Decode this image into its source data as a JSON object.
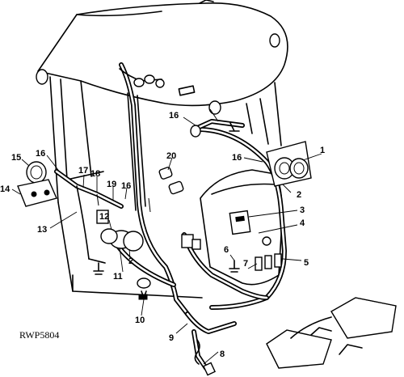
{
  "figure_id": "RWP5804",
  "callouts": {
    "c1": "1",
    "c2a": "2",
    "c2b": "2",
    "c3": "3",
    "c4": "4",
    "c5": "5",
    "c6": "6",
    "c7": "7",
    "c8": "8",
    "c9": "9",
    "c10": "10",
    "c11": "11",
    "c12": "12",
    "c13": "13",
    "c14": "14",
    "c15": "15",
    "c16a": "16",
    "c16b": "16",
    "c16c": "16",
    "c16d": "16",
    "c17": "17",
    "c18": "18",
    "c19": "19",
    "c20": "20"
  }
}
